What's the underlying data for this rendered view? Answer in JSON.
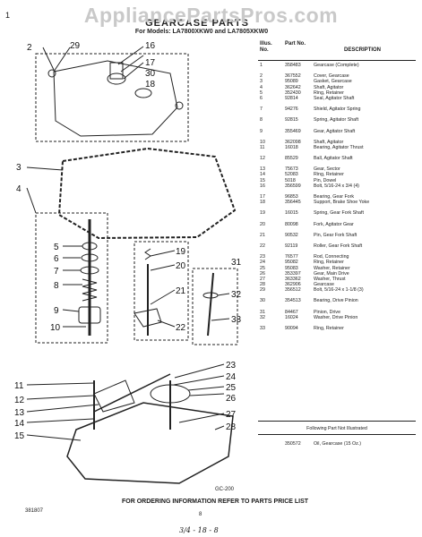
{
  "watermark": "AppliancePartsPros.com",
  "header": {
    "title": "GEARCASE PARTS",
    "models": "For Models: LA7800XKW0 and LA7805XKW0"
  },
  "columns": {
    "illus_no": "Illus. No.",
    "part_no": "Part No.",
    "description": "DESCRIPTION"
  },
  "parts": [
    {
      "no": "1",
      "pn": "358483",
      "desc": "Gearcase (Complete)"
    },
    {
      "no": "2",
      "pn": "367552",
      "desc": "Cover, Gearcase"
    },
    {
      "no": "3",
      "pn": "95089",
      "desc": "Gasket, Gearcase"
    },
    {
      "no": "4",
      "pn": "362642",
      "desc": "Shaft, Agitator"
    },
    {
      "no": "5",
      "pn": "352430",
      "desc": "Ring, Retainer"
    },
    {
      "no": "6",
      "pn": "92814",
      "desc": "Seal, Agitator Shaft"
    },
    {
      "no": "7",
      "pn": "94276",
      "desc": "Shield, Agitator Spring"
    },
    {
      "no": "8",
      "pn": "92815",
      "desc": "Spring, Agitator Shaft"
    },
    {
      "no": "9",
      "pn": "355469",
      "desc": "Gear, Agitator Shaft"
    },
    {
      "no": "10",
      "pn": "362098",
      "desc": "Shaft, Agitator"
    },
    {
      "no": "11",
      "pn": "16018",
      "desc": "Bearing, Agitator Thrust"
    },
    {
      "no": "12",
      "pn": "85529",
      "desc": "Ball, Agitator Shaft"
    },
    {
      "no": "13",
      "pn": "75673",
      "desc": "Gear, Sector"
    },
    {
      "no": "14",
      "pn": "52083",
      "desc": "Ring, Retainer"
    },
    {
      "no": "15",
      "pn": "5018",
      "desc": "Pin, Dowel"
    },
    {
      "no": "16",
      "pn": "356599",
      "desc": "Bolt, 5/16-24 x 3/4 (4)"
    },
    {
      "no": "17",
      "pn": "96853",
      "desc": "Bearing, Gear Fork"
    },
    {
      "no": "18",
      "pn": "356445",
      "desc": "Support, Brake Shoe Yoke"
    },
    {
      "no": "19",
      "pn": "16015",
      "desc": "Spring, Gear Fork Shaft"
    },
    {
      "no": "20",
      "pn": "80098",
      "desc": "Fork, Agitator Gear"
    },
    {
      "no": "21",
      "pn": "90532",
      "desc": "Pin, Gear Fork Shaft"
    },
    {
      "no": "22",
      "pn": "92119",
      "desc": "Roller, Gear Fork Shaft"
    },
    {
      "no": "23",
      "pn": "76577",
      "desc": "Rod, Connecting"
    },
    {
      "no": "24",
      "pn": "95082",
      "desc": "Ring, Retainer"
    },
    {
      "no": "25",
      "pn": "95083",
      "desc": "Washer, Retainer"
    },
    {
      "no": "26",
      "pn": "353397",
      "desc": "Gear, Main Drive"
    },
    {
      "no": "27",
      "pn": "363362",
      "desc": "Washer, Thrust"
    },
    {
      "no": "28",
      "pn": "362906",
      "desc": "Gearcase"
    },
    {
      "no": "29",
      "pn": "356512",
      "desc": "Bolt, 5/16-24 x 1-1/8 (3)"
    },
    {
      "no": "30",
      "pn": "354513",
      "desc": "Bearing, Drive Pinion"
    },
    {
      "no": "31",
      "pn": "84467",
      "desc": "Pinion, Drive"
    },
    {
      "no": "32",
      "pn": "16024",
      "desc": "Washer, Drive Pinion"
    },
    {
      "no": "33",
      "pn": "90094",
      "desc": "Ring, Retainer"
    }
  ],
  "footnote": {
    "text": "Following Part Not Illustrated",
    "part": {
      "no": "",
      "pn": "350572",
      "desc": "Oil, Gearcase (15 Oz.)"
    }
  },
  "diagram": {
    "code": "GC-200",
    "callouts": [
      "1",
      "2",
      "29",
      "16",
      "17",
      "30",
      "18",
      "3",
      "4",
      "5",
      "6",
      "7",
      "8",
      "9",
      "10",
      "19",
      "20",
      "21",
      "22",
      "31",
      "32",
      "33",
      "11",
      "12",
      "13",
      "14",
      "15",
      "23",
      "24",
      "25",
      "26",
      "27",
      "28"
    ]
  },
  "footer": {
    "order_note": "FOR ORDERING INFORMATION REFER TO PARTS PRICE LIST",
    "doc_number": "381807",
    "page_number": "8",
    "handwriting": "3/4 - 18 - 8"
  }
}
